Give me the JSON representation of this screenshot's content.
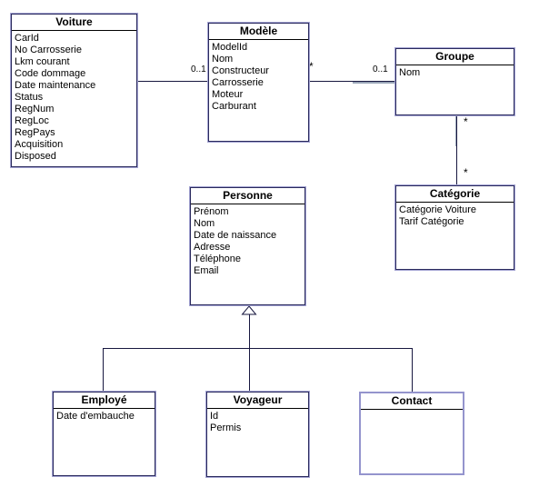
{
  "diagram": {
    "type": "uml-class-diagram",
    "background_color": "#ffffff",
    "box_border_outer_color": "#a3a3d1",
    "box_border_inner_color": "#29295d",
    "selected_box_border_color": "#9494cd",
    "connector_color": "#17173f",
    "classes": [
      {
        "id": "voiture",
        "title": "Voiture",
        "attributes": [
          "CarId",
          "No Carrosserie",
          "Lkm courant",
          "Code dommage",
          "Date maintenance",
          "Status",
          "RegNum",
          "RegLoc",
          "RegPays",
          "Acquisition",
          "Disposed"
        ]
      },
      {
        "id": "modele",
        "title": "Modèle",
        "attributes": [
          "ModelId",
          "Nom",
          "Constructeur",
          "Carrosserie",
          "Moteur",
          "Carburant"
        ]
      },
      {
        "id": "groupe",
        "title": "Groupe",
        "attributes": [
          "Nom"
        ]
      },
      {
        "id": "categorie",
        "title": "Catégorie",
        "attributes": [
          "Catégorie Voiture",
          "Tarif Catégorie"
        ]
      },
      {
        "id": "personne",
        "title": "Personne",
        "attributes": [
          "Prénom",
          "Nom",
          "Date de naissance",
          "Adresse",
          "Téléphone",
          "Email"
        ]
      },
      {
        "id": "employe",
        "title": "Employé",
        "attributes": [
          "Date d'embauche"
        ]
      },
      {
        "id": "voyageur",
        "title": "Voyageur",
        "attributes": [
          "Id",
          "Permis"
        ]
      },
      {
        "id": "contact",
        "title": "Contact",
        "attributes": []
      }
    ],
    "associations": [
      {
        "from": "Voiture",
        "to": "Modèle",
        "from_multiplicity": "*",
        "to_multiplicity": "0..1"
      },
      {
        "from": "Modèle",
        "to": "Groupe",
        "from_multiplicity": "*",
        "to_multiplicity": "0..1"
      },
      {
        "from": "Groupe",
        "to": "Catégorie",
        "from_multiplicity": "*",
        "to_multiplicity": "*"
      }
    ],
    "generalizations": [
      {
        "parent": "Personne",
        "children": [
          "Employé",
          "Voyageur",
          "Contact"
        ]
      }
    ]
  }
}
